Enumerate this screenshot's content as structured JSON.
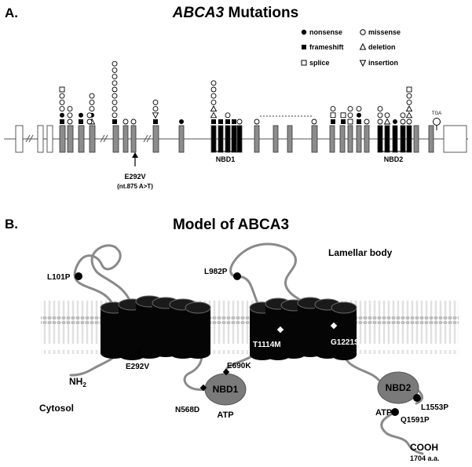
{
  "panel_a": {
    "letter": "A.",
    "title_gene": "ABCA3",
    "title_rest": " Mutations",
    "legend": {
      "nonsense": "nonsense",
      "missense": "missense",
      "frameshift": "frameshift",
      "deletion": "deletion",
      "splice": "splice",
      "insertion": "insertion"
    },
    "stop_codon": "TGA",
    "domains": {
      "nbd1": "NBD1",
      "nbd2": "NBD2"
    },
    "highlight_mutation": "E292V",
    "highlight_note": "(nt.875 A>T)"
  },
  "panel_b": {
    "letter": "B.",
    "title": "Model of ABCA3",
    "lamellar_body": "Lamellar body",
    "cytosol": "Cytosol",
    "nh2": "NH",
    "nh2_sub": "2",
    "cooh": "COOH",
    "length": "1704 a.a.",
    "nbd1": "NBD1",
    "nbd2": "NBD2",
    "atp1": "ATP",
    "atp2": "ATP",
    "mutations": {
      "l101p": "L101P",
      "l982p": "L982P",
      "e292v": "E292V",
      "t1114m": "T1114M",
      "g1221s": "G1221S",
      "e690k": "E690K",
      "n568d": "N568D",
      "l1553p": "L1553P",
      "q1591p": "Q1591P"
    }
  }
}
